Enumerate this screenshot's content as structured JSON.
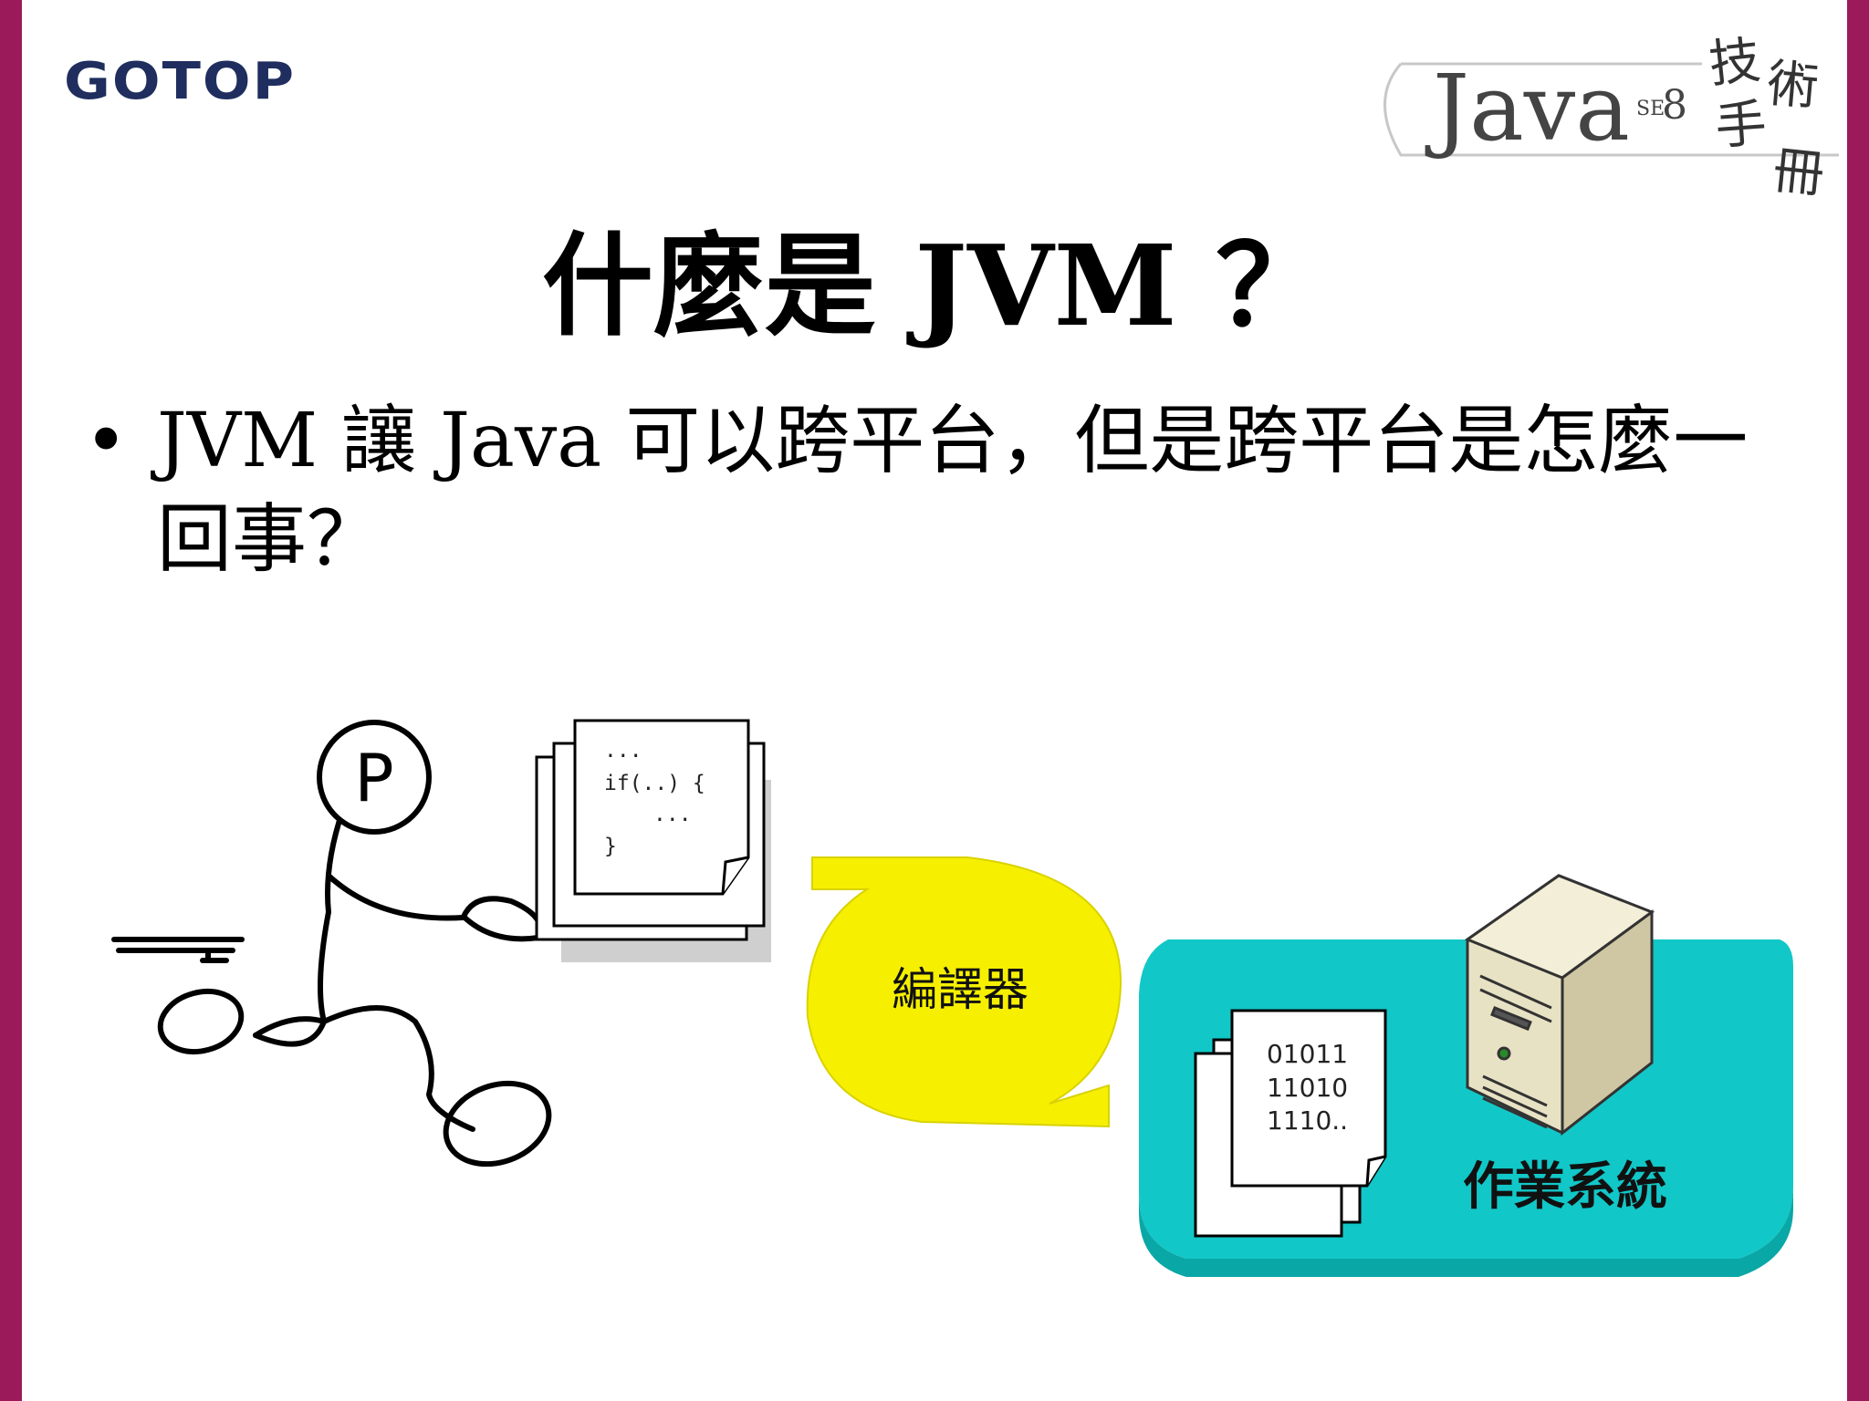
{
  "header": {
    "logo_text": "GOTOP",
    "brand_java": "Java",
    "brand_se": "SE",
    "brand_version": "8",
    "brand_subtitle_chars": [
      "技",
      "術",
      "手",
      "冊"
    ]
  },
  "slide": {
    "title": "什麼是 JVM ？",
    "bullet_symbol": "•",
    "bullet_text": "JVM 讓 Java 可以跨平台，但是跨平台是怎麼一回事？"
  },
  "diagram": {
    "programmer_badge": "P",
    "source_code_lines": [
      "...",
      "if(..) {",
      "...",
      "}"
    ],
    "compiler_label": "編譯器",
    "binary_lines": [
      "01011",
      "11010",
      "1110.."
    ],
    "os_label": "作業系統"
  },
  "colors": {
    "border": "#9b1b5a",
    "logo": "#1f2e5e",
    "compiler_fill": "#f6f000",
    "os_platform_fill": "#12c7c7",
    "os_platform_edge": "#0aa7a7"
  }
}
